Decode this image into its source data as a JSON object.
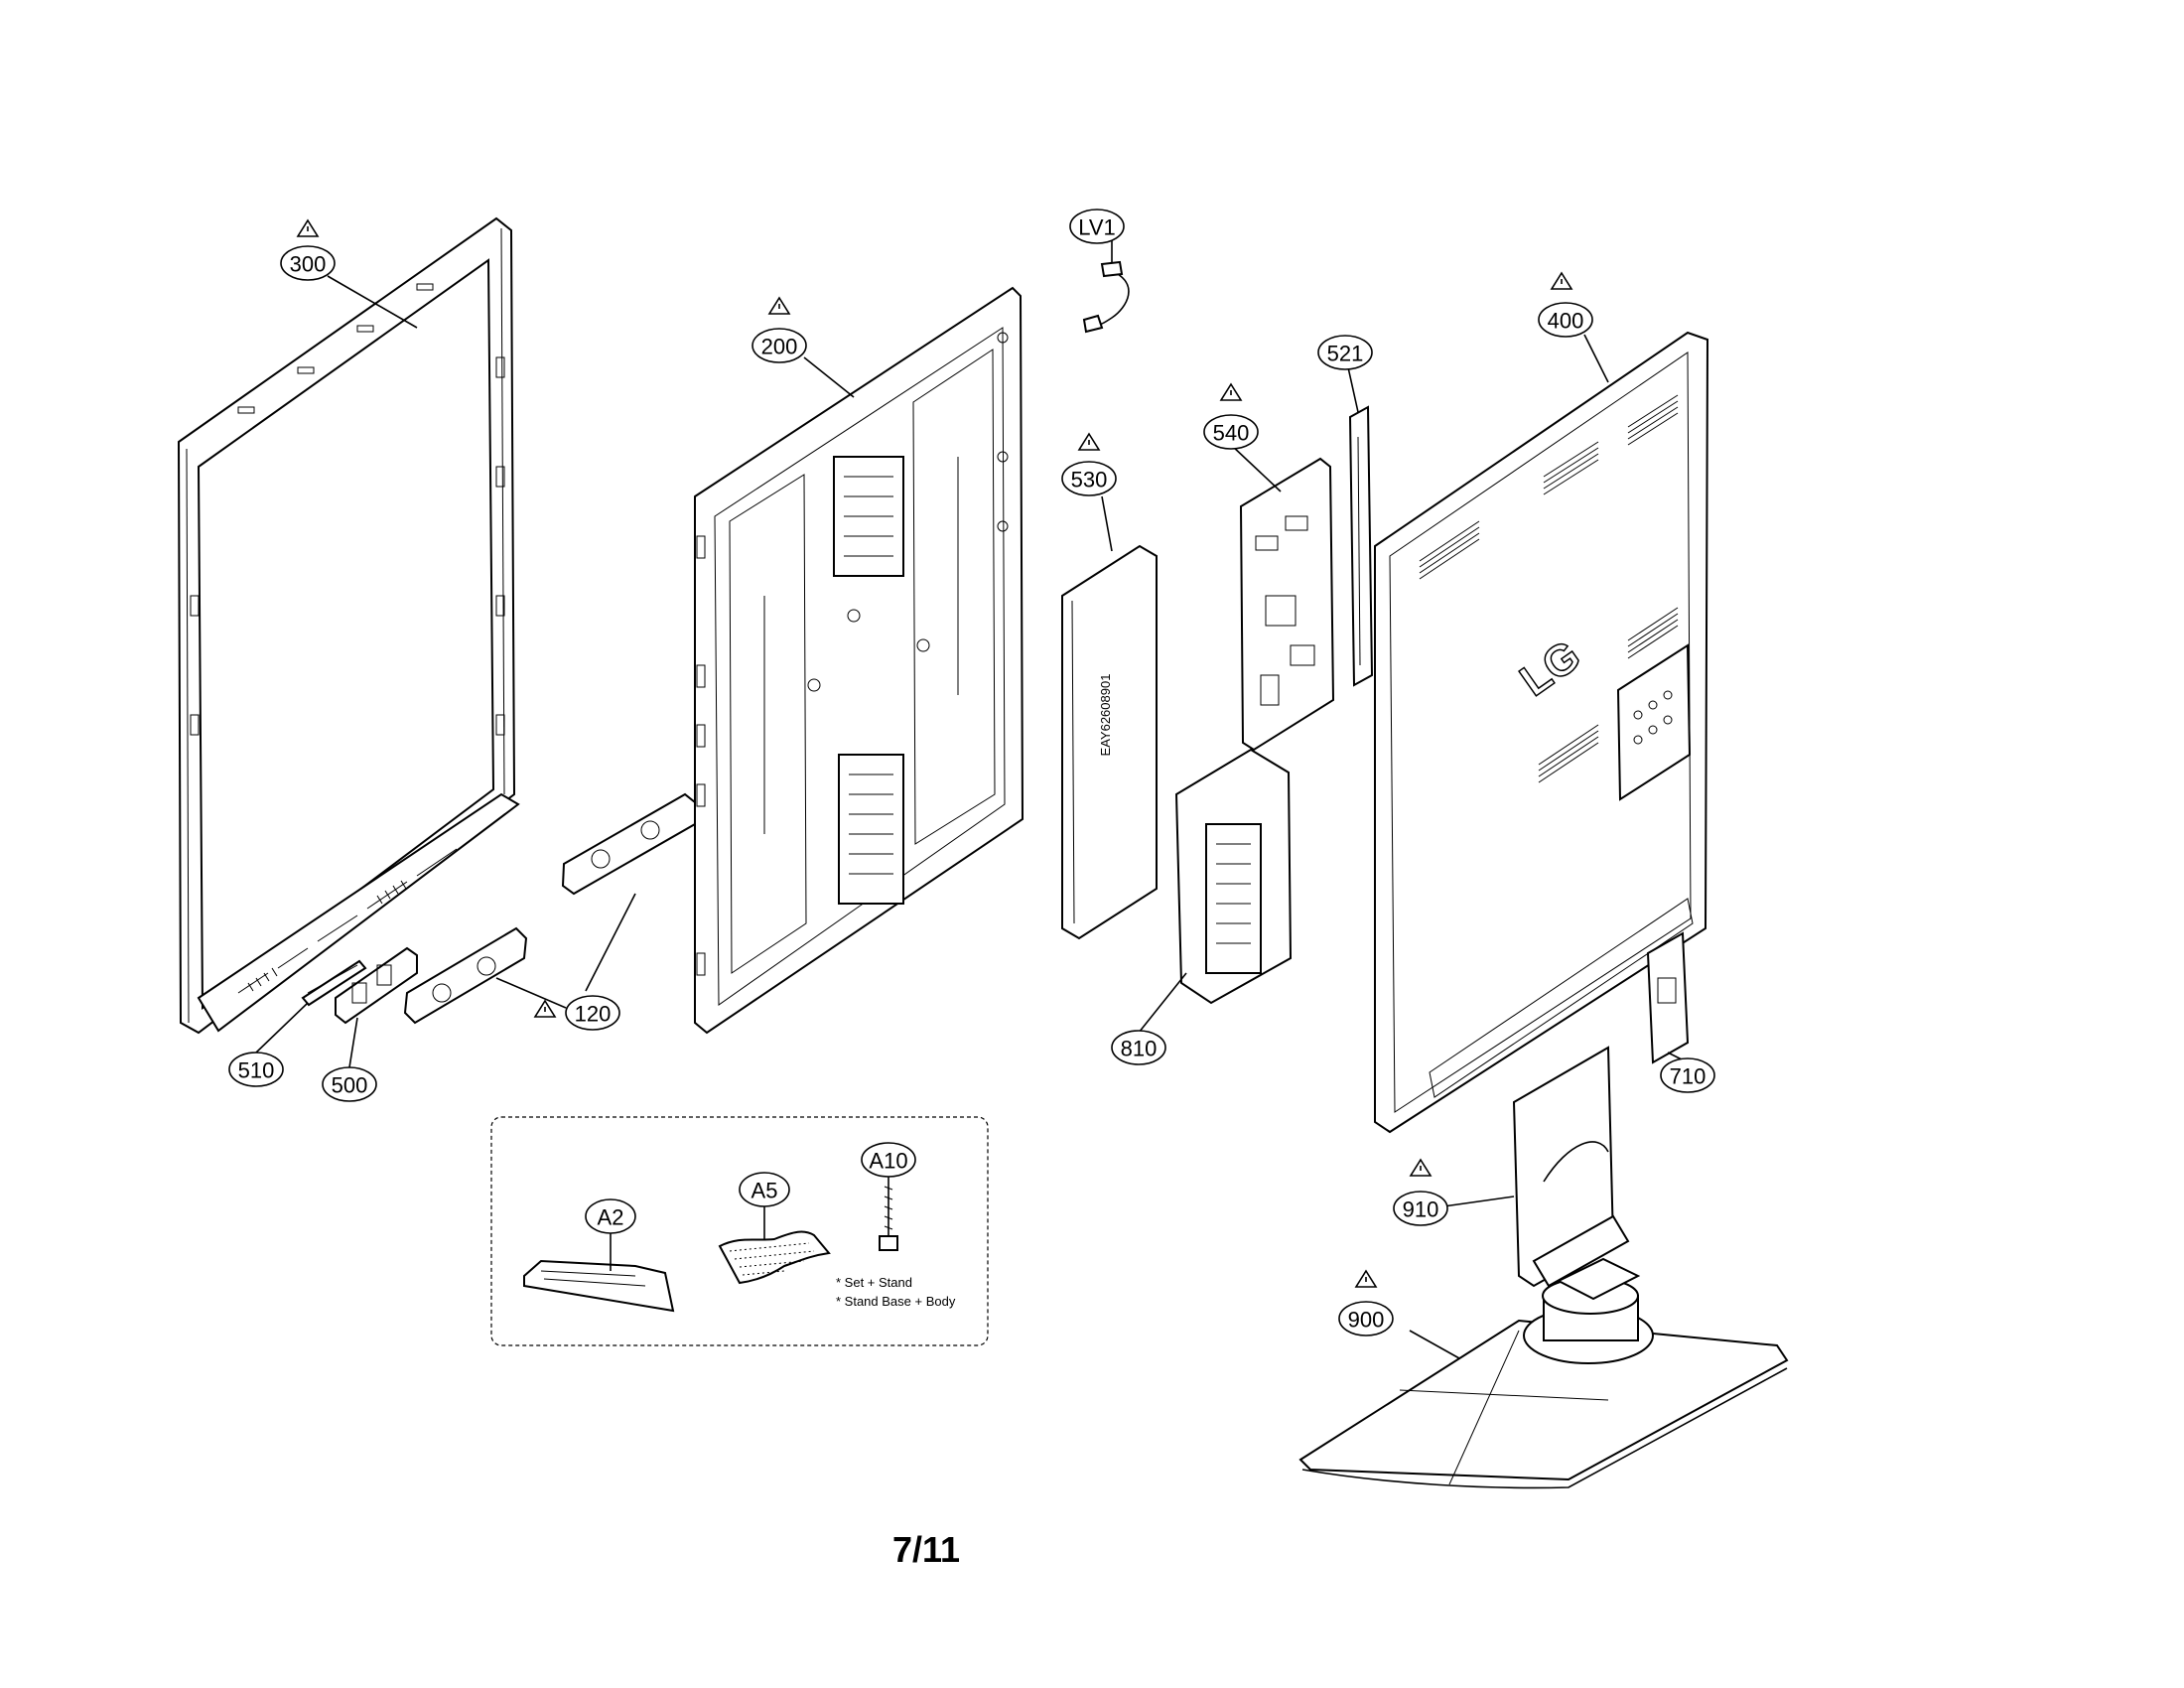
{
  "labels": {
    "c300": "300",
    "c200": "200",
    "lv1": "LV1",
    "c530": "530",
    "c540": "540",
    "c521": "521",
    "c400": "400",
    "c120": "120",
    "c510": "510",
    "c500": "500",
    "c810": "810",
    "c710": "710",
    "c910": "910",
    "c900": "900",
    "a2": "A2",
    "a5": "A5",
    "a10": "A10"
  },
  "board_marking": "EAY62608901",
  "logo_text": "LG",
  "accessory_notes": [
    "* Set + Stand",
    "* Stand Base + Body"
  ],
  "page_number": "7/11"
}
